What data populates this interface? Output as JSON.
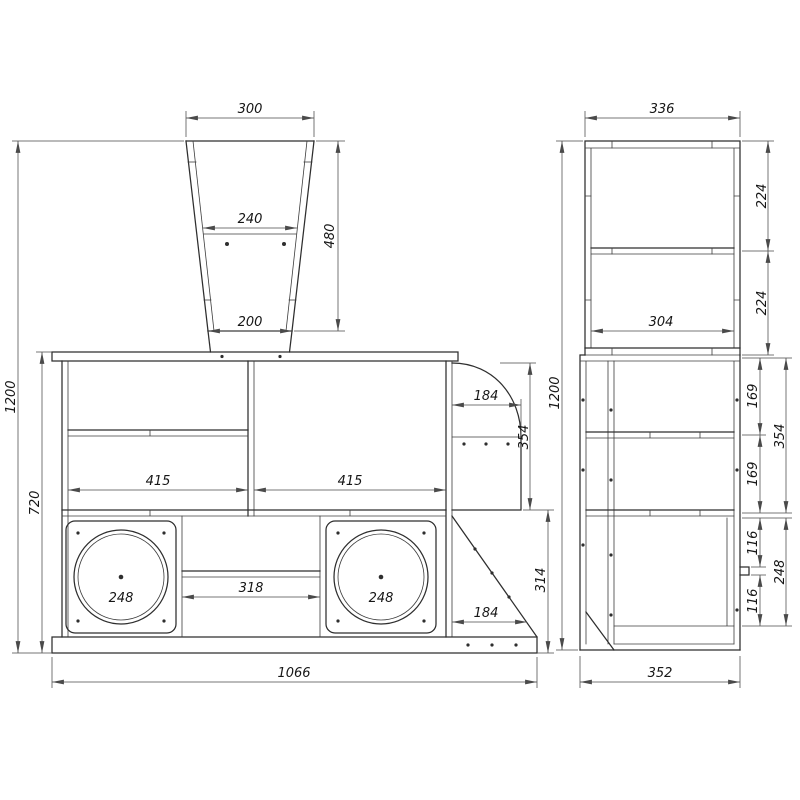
{
  "colors": {
    "structure_line": "#2e2e2e",
    "dimension_line": "#4a4a4a",
    "background": "#ffffff"
  },
  "front_view": {
    "dims": {
      "hopper_top_width": "300",
      "hopper_inner_width": "240",
      "hopper_height": "480",
      "hopper_bottom_width": "200",
      "total_height": "1200",
      "body_height": "720",
      "left_section_width": "415",
      "right_section_width": "415",
      "side_shelf_depth": "184",
      "side_shelf_height": "354",
      "left_hole_diameter": "248",
      "center_section_width": "318",
      "right_hole_diameter": "248",
      "side_lower_height": "314",
      "side_lower_depth": "184",
      "total_width": "1066"
    }
  },
  "side_view": {
    "dims": {
      "top_width": "336",
      "upper_shelf_height": "224",
      "lower_shelf_height": "224",
      "inner_width": "304",
      "total_height": "1200",
      "mid_upper_height": "169",
      "mid_section_height": "354",
      "mid_lower_height": "169",
      "handle_offset_top": "116",
      "drawer_front_height": "248",
      "handle_offset_bottom": "116",
      "base_depth": "352"
    }
  }
}
